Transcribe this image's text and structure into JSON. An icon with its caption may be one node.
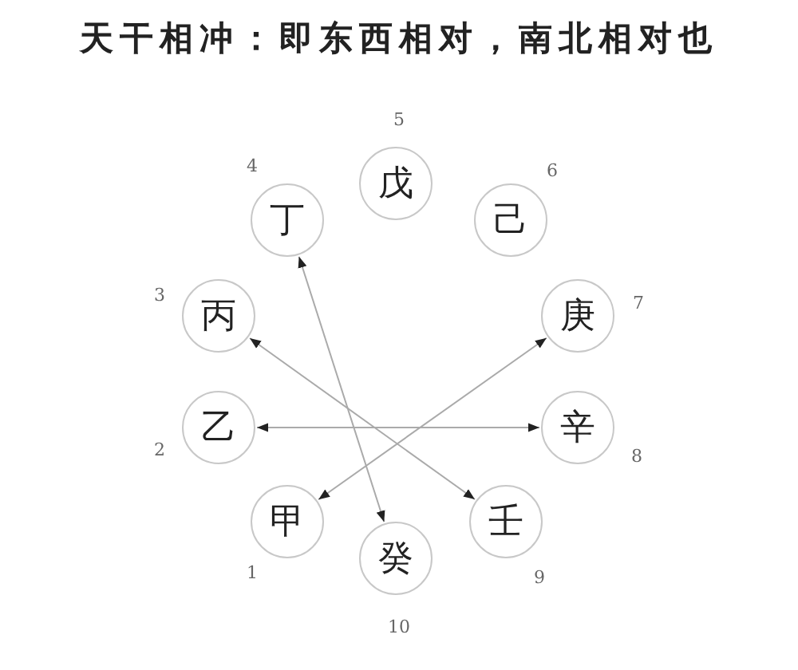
{
  "diagram": {
    "title": "天干相冲：即东西相对，南北相对也",
    "nodes": [
      {
        "text": [
          "甲"
        ],
        "beside": [
          "1"
        ]
      },
      {
        "text": [
          "乙"
        ],
        "beside": [
          "2"
        ]
      },
      {
        "text": [
          "丙"
        ],
        "beside": [
          "3"
        ]
      },
      {
        "text": [
          "丁"
        ],
        "beside": [
          "4"
        ]
      },
      {
        "text": [
          "戊"
        ],
        "beside": [
          "5"
        ]
      },
      {
        "text": [
          "己"
        ],
        "beside": [
          "6"
        ]
      },
      {
        "text": [
          "庚"
        ],
        "beside": [
          "7"
        ]
      },
      {
        "text": [
          "辛"
        ],
        "beside": [
          "8"
        ]
      },
      {
        "text": [
          "壬"
        ],
        "beside": [
          "9"
        ]
      },
      {
        "text": [
          "癸"
        ],
        "beside": [
          "10"
        ]
      }
    ],
    "edges": [
      {
        "from": 3,
        "to": 9,
        "arrow": "both"
      },
      {
        "from": 2,
        "to": 8,
        "arrow": "both"
      },
      {
        "from": 1,
        "to": 7,
        "arrow": "both"
      },
      {
        "from": 0,
        "to": 6,
        "arrow": "both"
      }
    ]
  }
}
